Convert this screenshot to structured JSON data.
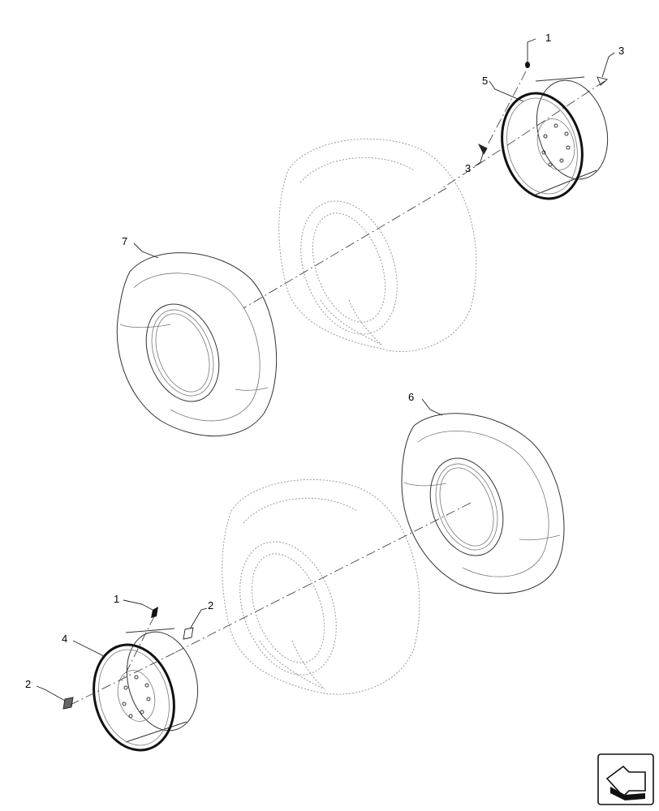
{
  "diagram": {
    "callouts": {
      "c1_top": "1",
      "c3_top": "3",
      "c5": "5",
      "c3_mid": "3",
      "c7": "7",
      "c6": "6",
      "c1_bottom": "1",
      "c2_right": "2",
      "c4": "4",
      "c2_left": "2"
    },
    "navigation_icon": "next-page-arrow-icon"
  }
}
